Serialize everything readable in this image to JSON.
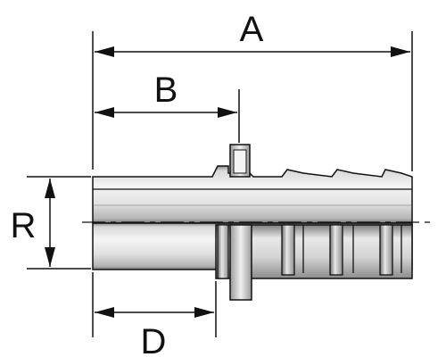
{
  "dimensions": {
    "A": "A",
    "B": "B",
    "D": "D",
    "R": "R"
  },
  "colors": {
    "line": "#111111",
    "steel_light": "#f1f1f1",
    "steel_mid": "#cfcfcf",
    "steel_dark": "#8a8a8a",
    "background": "#ffffff"
  }
}
